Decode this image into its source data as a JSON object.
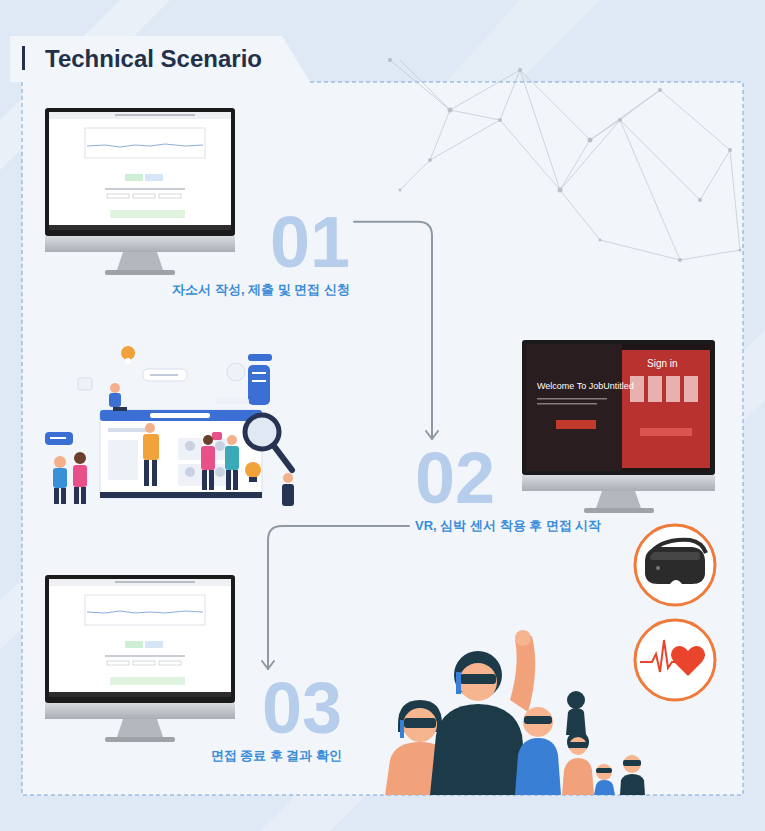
{
  "diagram": {
    "title": "Technical Scenario",
    "nodes": [
      {
        "text": [
          "01",
          "자소서 작성, 제출 및 면접 신청"
        ]
      },
      {
        "text": [
          "02",
          "VR, 심박 센서 착용 후 면접 시작"
        ]
      },
      {
        "text": [
          "03",
          "면접 종료 후 결과 확인"
        ]
      }
    ],
    "edges": [
      {
        "from": 0,
        "to": 1,
        "arrow": "to"
      },
      {
        "from": 1,
        "to": 2,
        "arrow": "to"
      }
    ],
    "labels": [
      "Welcome To JobUntitled",
      "Sign in"
    ]
  }
}
